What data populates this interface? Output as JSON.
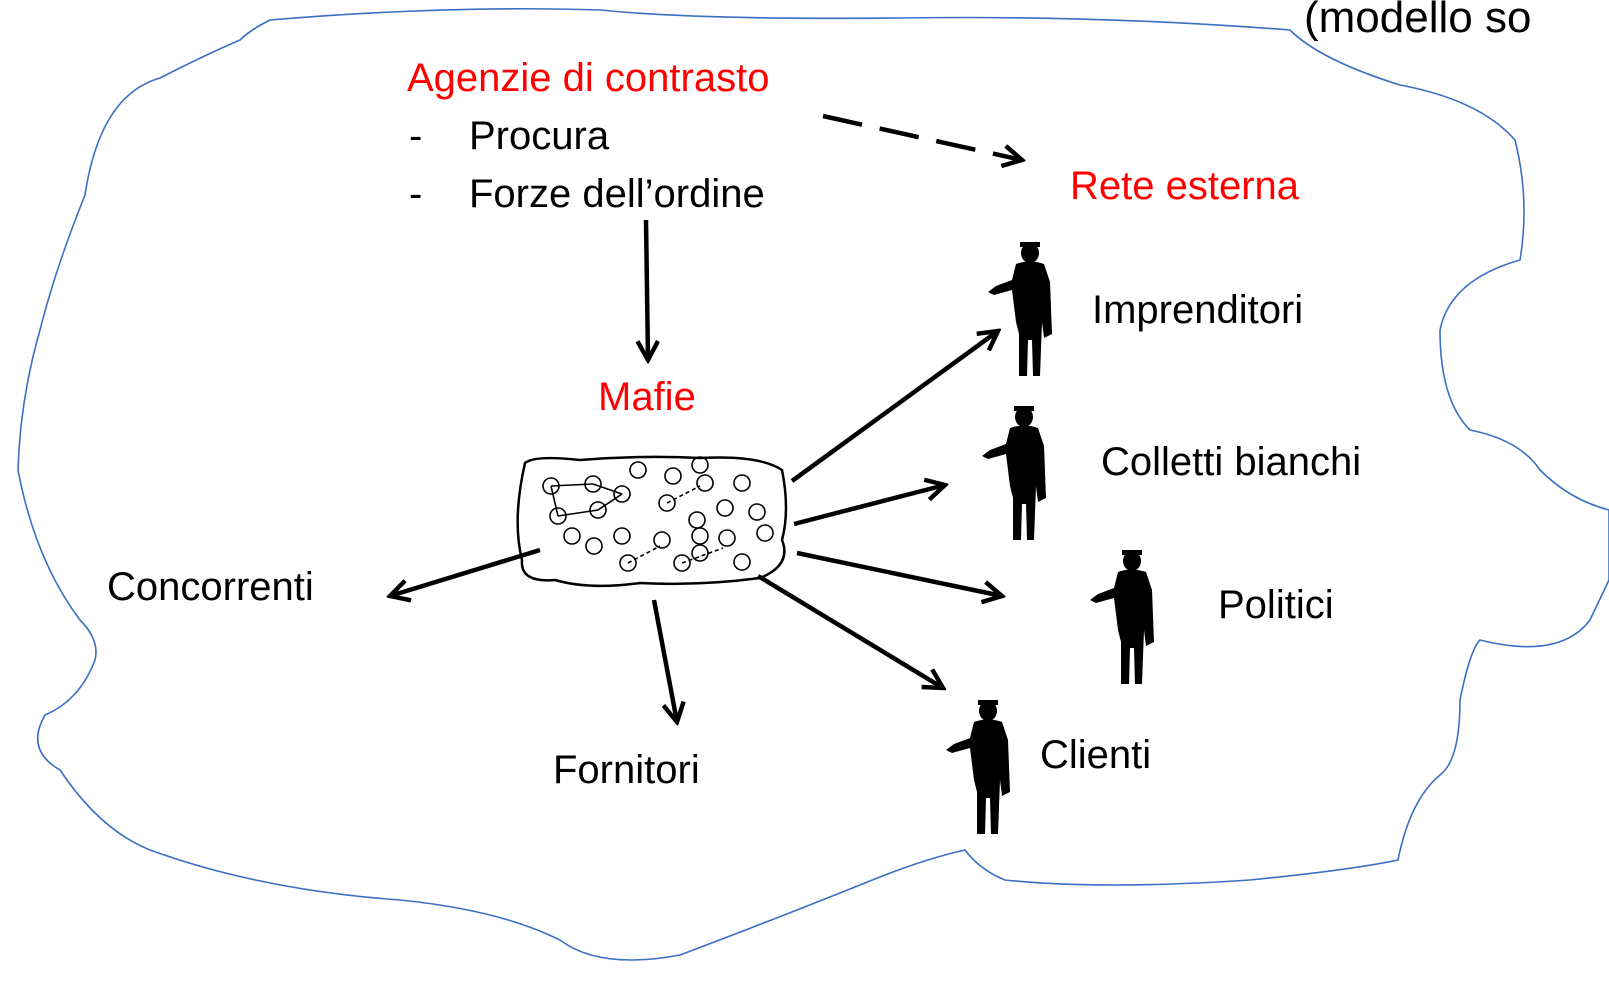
{
  "corner_text": "(modello so",
  "agencies": {
    "title": "Agenzie di contrasto",
    "items": [
      "Procura",
      "Forze dell’ordine"
    ]
  },
  "center": {
    "label": "Mafie"
  },
  "external_network": {
    "title": "Rete esterna",
    "actors": [
      "Imprenditori",
      "Colletti bianchi",
      "Politici",
      "Clienti"
    ]
  },
  "others": {
    "competitors": "Concorrenti",
    "suppliers": "Fornitori"
  },
  "colors": {
    "highlight": "#ff0000",
    "outline": "#3a6fc4",
    "ink": "#000000"
  },
  "icons": [
    "person-silhouette-icon",
    "network-blob-icon"
  ]
}
